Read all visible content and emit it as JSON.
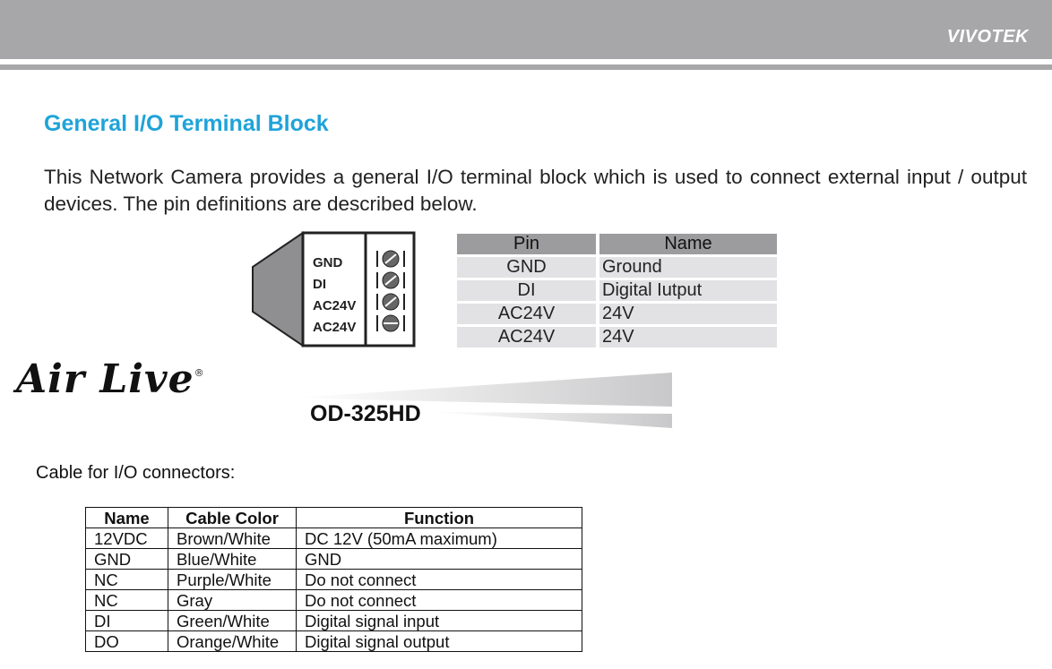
{
  "header": {
    "brand": "VIVOTEK"
  },
  "section": {
    "title": "General I/O Terminal Block",
    "intro": "This Network Camera provides a general I/O terminal block which is used to connect external input / output devices. The pin definitions are described below."
  },
  "terminal_labels": [
    "GND",
    "DI",
    "AC24V",
    "AC24V"
  ],
  "pin_table": {
    "headers": [
      "Pin",
      "Name"
    ],
    "rows": [
      [
        "GND",
        "Ground"
      ],
      [
        "DI",
        "Digital Iutput"
      ],
      [
        "AC24V",
        "24V"
      ],
      [
        "AC24V",
        "24V"
      ]
    ]
  },
  "logo": {
    "text": "Air Live",
    "mark": "®"
  },
  "model": "OD-325HD",
  "cable": {
    "caption": "Cable for I/O connectors:",
    "headers": [
      "Name",
      "Cable Color",
      "Function"
    ],
    "rows": [
      [
        "12VDC",
        "Brown/White",
        "DC 12V (50mA maximum)"
      ],
      [
        "GND",
        "Blue/White",
        "GND"
      ],
      [
        "NC",
        "Purple/White",
        "Do not connect"
      ],
      [
        "NC",
        "Gray",
        "Do not connect"
      ],
      [
        "DI",
        "Green/White",
        "Digital signal input"
      ],
      [
        "DO",
        "Orange/White",
        "Digital signal output"
      ]
    ]
  }
}
